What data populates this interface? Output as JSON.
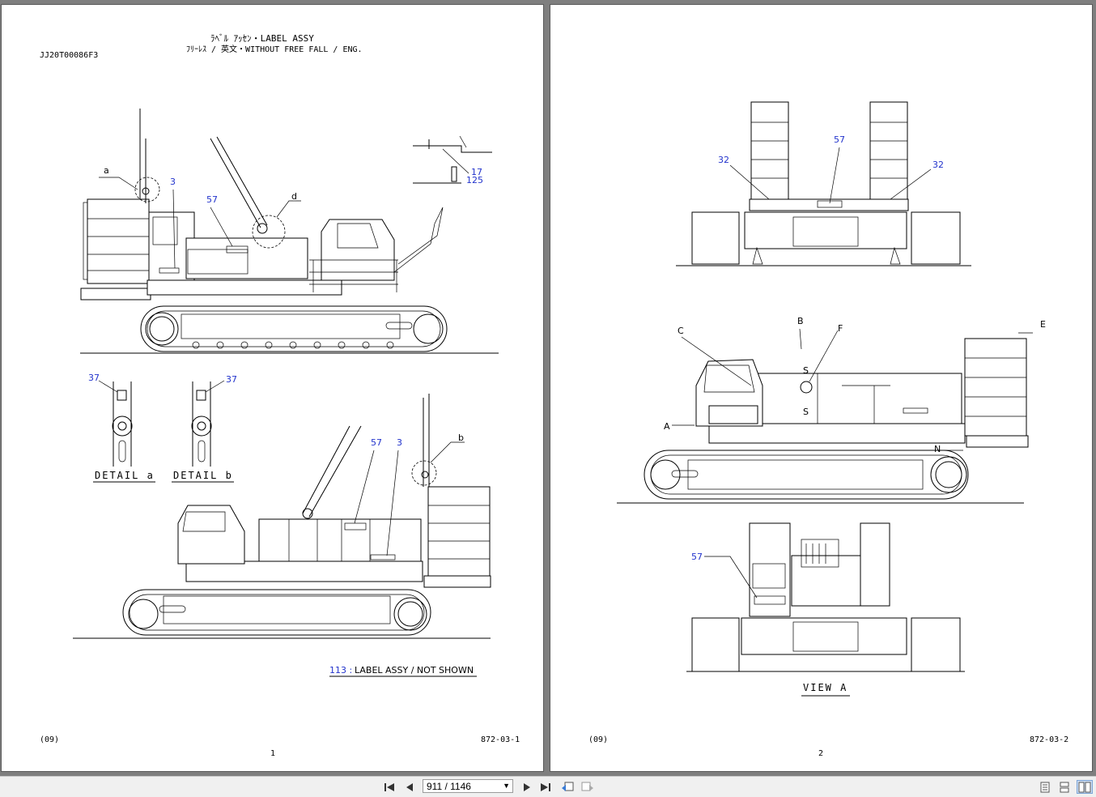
{
  "page1": {
    "title_line1": "ﾗﾍﾞﾙ ｱｯｾﾝ・LABEL ASSY",
    "title_line2": "ﾌﾘｰﾚｽ / 英文・WITHOUT FREE FALL / ENG.",
    "drawing_code": "JJ20T00086F3",
    "revision": "(09)",
    "page_code": "872-03-1",
    "page_number": "1",
    "note_number": "113 :",
    "note_text": "LABEL ASSY / NOT SHOWN",
    "detail_a": "DETAIL a",
    "detail_b": "DETAIL b",
    "callouts": [
      "3",
      "57",
      "17",
      "125",
      "37",
      "37",
      "57",
      "3"
    ],
    "letters": [
      "a",
      "d",
      "b"
    ]
  },
  "page2": {
    "revision": "(09)",
    "page_code": "872-03-2",
    "page_number": "2",
    "view_a": "VIEW A",
    "callouts": [
      "32",
      "57",
      "32",
      "57"
    ],
    "letters": [
      "C",
      "B",
      "F",
      "E",
      "A",
      "N",
      "S",
      "S"
    ]
  },
  "toolbar": {
    "page_indicator": "911 / 1146",
    "first_icon": "first-page-icon",
    "prev_icon": "prev-page-icon",
    "next_icon": "next-page-icon",
    "last_icon": "last-page-icon"
  }
}
